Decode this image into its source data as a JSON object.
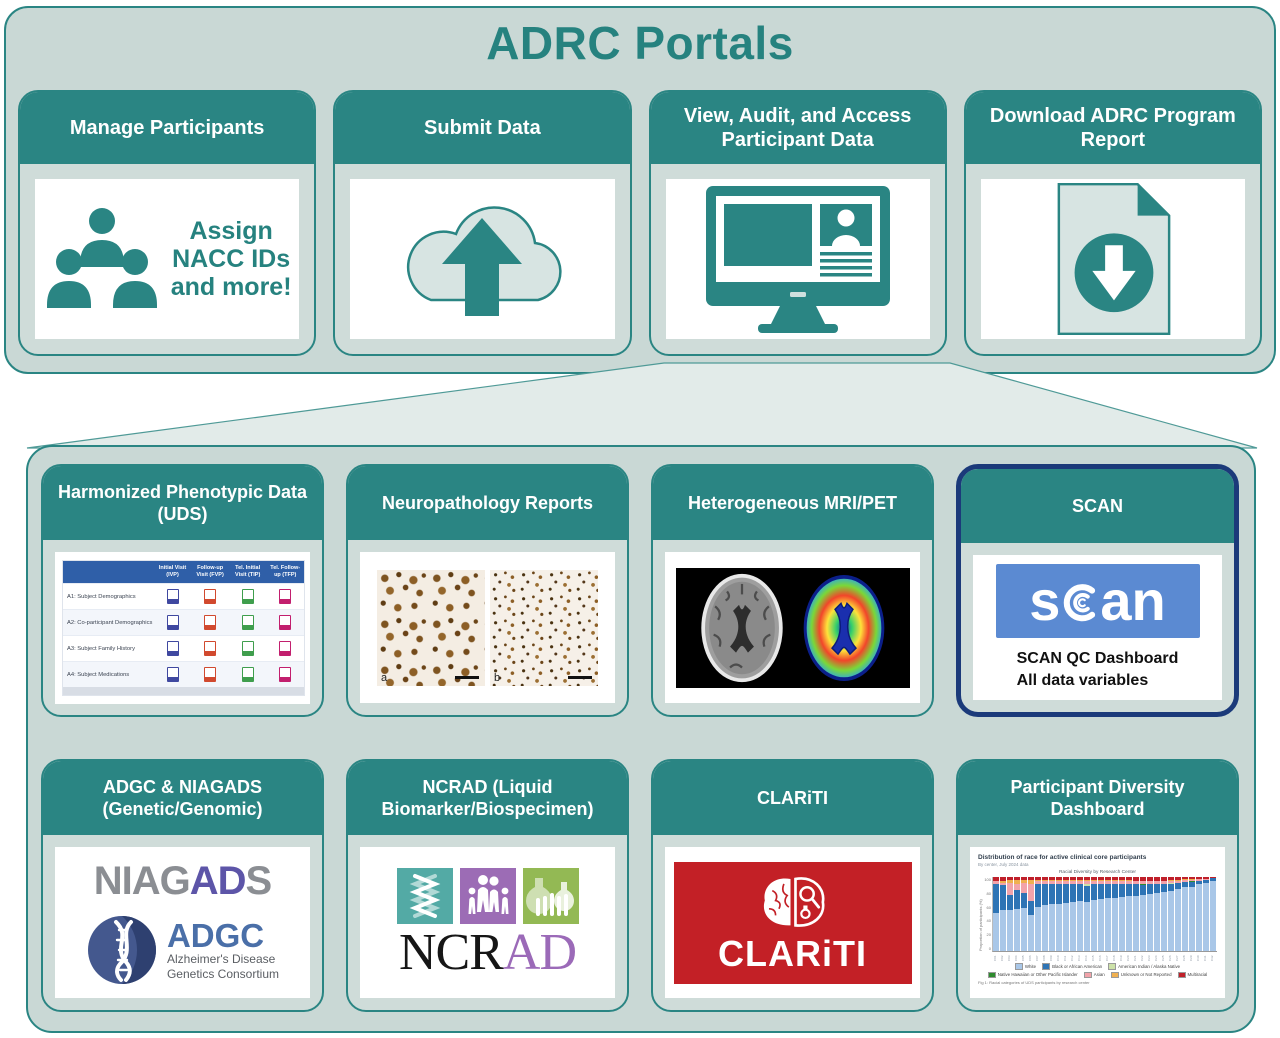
{
  "page": {
    "title": "ADRC Portals"
  },
  "top_cards": [
    {
      "title": "Manage Participants",
      "caption": "Assign NACC IDs and more!",
      "icon": "people-group-icon"
    },
    {
      "title": "Submit Data",
      "icon": "cloud-upload-icon"
    },
    {
      "title": "View, Audit, and Access Participant Data",
      "icon": "monitor-profile-icon"
    },
    {
      "title": "Download ADRC Program Report",
      "icon": "document-download-icon"
    }
  ],
  "portals": {
    "uds": {
      "title": "Harmonized Phenotypic Data (UDS)",
      "table": {
        "columns": [
          "Initial Visit (IVP)",
          "Follow-up Visit (FVP)",
          "Tel. Initial Visit (TIP)",
          "Tel. Follow-up (TFP)"
        ],
        "rows": [
          "A1: Subject Demographics",
          "A2: Co-participant Demographics",
          "A3: Subject Family History",
          "A4: Subject Medications"
        ],
        "icon_colors": [
          "#3f48a0",
          "#d1492e",
          "#3f9e4d",
          "#c21f6e"
        ]
      }
    },
    "neuropath": {
      "title": "Neuropathology Reports",
      "panel_labels": [
        "a",
        "b"
      ]
    },
    "mripet": {
      "title": "Heterogeneous MRI/PET"
    },
    "scan": {
      "title": "SCAN",
      "logo_text_s": "s",
      "logo_text_an": "an",
      "line1": "SCAN QC Dashboard",
      "line2": "All data variables"
    },
    "genetics": {
      "title": "ADGC & NIAGADS (Genetic/Genomic)",
      "niagads_gray1": "NIAG",
      "niagads_purple": "AD",
      "niagads_gray2": "S",
      "adgc_name": "ADGC",
      "adgc_tag1": "Alzheimer's Disease",
      "adgc_tag2": "Genetics Consortium"
    },
    "ncrad": {
      "title": "NCRAD (Liquid Biomarker/Biospecimen)",
      "word_black": "NCR",
      "word_purple": "AD"
    },
    "clariti": {
      "title": "CLARiTI",
      "logo_text": "CLARiTI"
    },
    "diversity": {
      "title": "Participant Diversity Dashboard"
    }
  },
  "colors": {
    "teal": "#2a8583",
    "teal_text": "#26827f",
    "section_bg": "#c9d8d5",
    "connector_bg": "#e2ebe9",
    "scan_border": "#1b3a7a",
    "scan_logo_bg": "#5b8ad2",
    "clariti_red": "#c32026",
    "uds_header_blue": "#2f5fa8",
    "niagads_gray": "#8b8e93",
    "niagads_purple": "#5d55a8",
    "adgc_blue": "#4a6fa8",
    "ncrad_teal": "#53aaa5",
    "ncrad_purple": "#9c6cb5",
    "ncrad_green": "#93b954"
  },
  "chart_data": {
    "type": "bar",
    "stacked": true,
    "title": "Distribution of race for active clinical core participants",
    "subtitle": "By center, July 2024 data",
    "inner_title": "Racial Diversity by Research Center",
    "ylabel": "Proportion of participants (%)",
    "ylim": [
      0,
      100
    ],
    "grid": false,
    "legend_position": "bottom",
    "caption": "Fig 1: Racial categories of UDS participants by research center",
    "categories": [
      "C01",
      "C02",
      "C03",
      "C04",
      "C05",
      "C06",
      "C07",
      "C08",
      "C09",
      "C10",
      "C11",
      "C12",
      "C13",
      "C14",
      "C15",
      "C16",
      "C17",
      "C18",
      "C19",
      "C20",
      "C21",
      "C22",
      "C23",
      "C24",
      "C25",
      "C26",
      "C27",
      "C28",
      "C29",
      "C30",
      "C31",
      "C32"
    ],
    "series": [
      {
        "name": "White",
        "color": "#a9c7e8",
        "values": [
          52,
          55,
          56,
          57,
          58,
          48,
          60,
          62,
          63,
          64,
          65,
          66,
          67,
          68,
          69,
          70,
          71,
          72,
          73,
          74,
          75,
          76,
          77,
          78,
          80,
          82,
          84,
          86,
          88,
          90,
          92,
          95
        ]
      },
      {
        "name": "Black or African American",
        "color": "#2e74b5",
        "values": [
          38,
          34,
          20,
          25,
          20,
          20,
          30,
          28,
          27,
          26,
          25,
          24,
          23,
          22,
          21,
          20,
          19,
          18,
          17,
          16,
          15,
          14,
          13,
          12,
          11,
          10,
          8,
          7,
          6,
          5,
          4,
          3
        ]
      },
      {
        "name": "American Indian / Alaska Native",
        "color": "#cde2a8",
        "values": [
          0,
          0,
          0,
          0,
          0,
          0,
          0,
          0,
          0,
          0,
          0,
          0,
          0,
          2,
          0,
          0,
          0,
          0,
          0,
          0,
          0,
          0,
          0,
          0,
          0,
          1,
          0,
          0,
          0,
          0,
          0,
          0
        ]
      },
      {
        "name": "Native Hawaiian or Other Pacific Islander",
        "color": "#2e8b2e",
        "values": [
          0,
          0,
          0,
          0,
          0,
          0,
          0,
          0,
          0,
          0,
          0,
          0,
          0,
          0,
          0,
          0,
          0,
          0,
          0,
          0,
          0,
          1,
          0,
          0,
          0,
          0,
          0,
          0,
          1,
          0,
          0,
          0
        ]
      },
      {
        "name": "Asian",
        "color": "#f2a3aa",
        "values": [
          4,
          3,
          16,
          8,
          14,
          22,
          4,
          4,
          4,
          4,
          4,
          4,
          4,
          4,
          4,
          4,
          4,
          4,
          4,
          4,
          4,
          4,
          4,
          4,
          3,
          3,
          3,
          3,
          2,
          2,
          2,
          1
        ]
      },
      {
        "name": "Unknown or Not Reported",
        "color": "#f0b050",
        "values": [
          0,
          2,
          4,
          6,
          4,
          6,
          2,
          2,
          2,
          2,
          2,
          2,
          2,
          2,
          2,
          2,
          2,
          2,
          2,
          2,
          1,
          1,
          1,
          1,
          1,
          1,
          1,
          1,
          1,
          1,
          0,
          0
        ]
      },
      {
        "name": "Multiracial",
        "color": "#c0202a",
        "values": [
          6,
          6,
          4,
          4,
          4,
          4,
          4,
          4,
          4,
          4,
          4,
          4,
          4,
          4,
          4,
          4,
          4,
          4,
          4,
          4,
          5,
          5,
          5,
          5,
          5,
          4,
          4,
          3,
          3,
          2,
          2,
          1
        ]
      }
    ]
  }
}
